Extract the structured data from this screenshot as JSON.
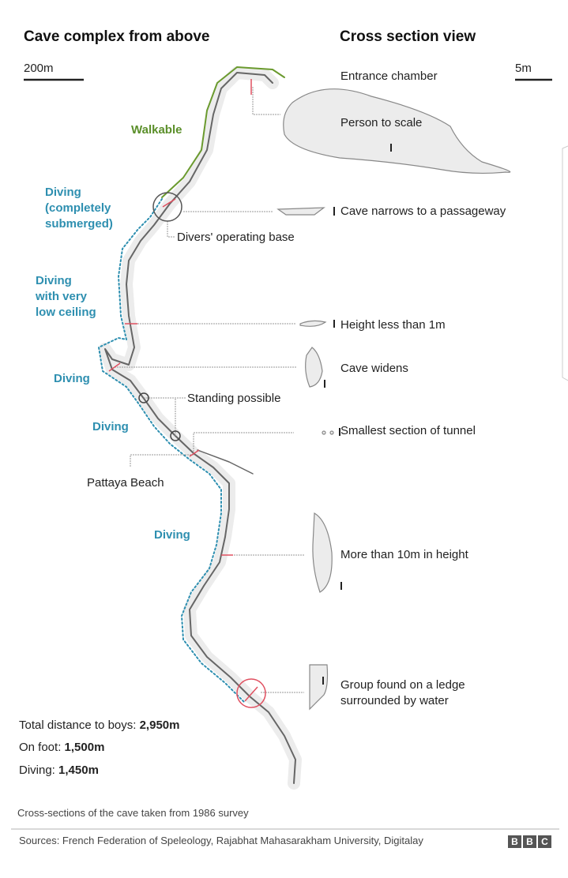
{
  "titles": {
    "left": "Cave complex from above",
    "right": "Cross section view"
  },
  "scales": {
    "map": "200m",
    "section": "5m"
  },
  "zones": {
    "walkable": "Walkable",
    "diving1": "Diving\n(completely\nsubmerged)",
    "diving2": "Diving\nwith very\nlow ceiling",
    "diving3": "Diving",
    "diving4": "Diving",
    "diving5": "Diving"
  },
  "map_labels": {
    "base": "Divers' operating base",
    "standing": "Standing possible",
    "beach": "Pattaya Beach"
  },
  "sections": [
    "Entrance chamber",
    "Person to scale",
    "Cave narrows to a passageway",
    "Height less than 1m",
    "Cave widens",
    "Smallest section of tunnel",
    "More than 10m in height",
    "Group found on a ledge\nsurrounded by water"
  ],
  "stats": {
    "total_label": "Total distance to boys: ",
    "total": "2,950m",
    "foot_label": "On foot: ",
    "foot": "1,500m",
    "dive_label": "Diving: ",
    "dive": "1,450m"
  },
  "note": "Cross-sections of the cave taken from 1986 survey",
  "sources": "Sources: French Federation of Speleology, Rajabhat Mahasarakham University, Digitalay",
  "logo": [
    "B",
    "B",
    "C"
  ],
  "colors": {
    "walkable": "#6a9a2e",
    "diving": "#2e8fb0",
    "marker": "#e05060"
  }
}
